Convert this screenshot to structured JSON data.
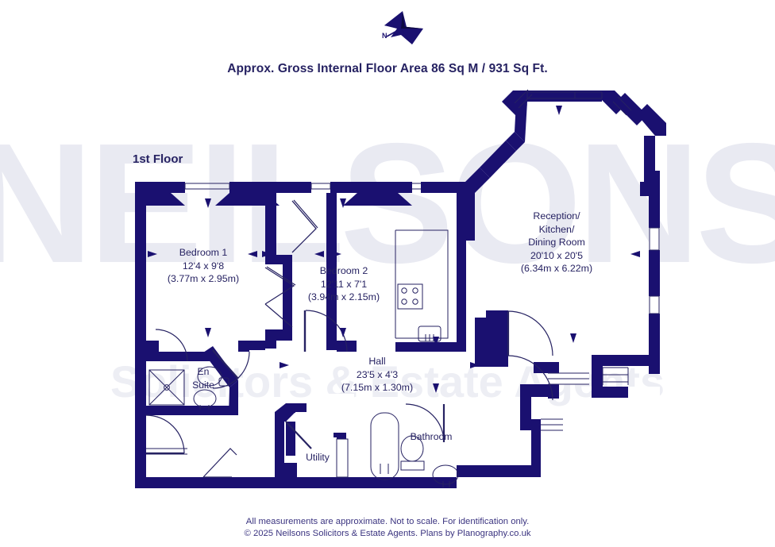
{
  "document": {
    "title": "Approx. Gross Internal Floor Area 86 Sq M / 931 Sq Ft.",
    "floor_label": "1st Floor",
    "compass_label": "N",
    "watermark_top": "NEILSONS",
    "watermark_bottom": "Solicitors & Estate Agents",
    "footer_line1": "All measurements are approximate. Not to scale. For identification only.",
    "footer_line2": "© 2025 Neilsons Solicitors & Estate Agents. Plans by Planography.co.uk"
  },
  "colors": {
    "wall": "#1a1070",
    "wall_alt": "#191a6e",
    "text": "#262262",
    "fixture_line": "#262262",
    "watermark": "#e9eaf2",
    "background": "#ffffff"
  },
  "rooms": [
    {
      "id": "bedroom-1",
      "name": "Bedroom 1",
      "dim_imperial": "12'4 x 9'8",
      "dim_metric": "(3.77m x 2.95m)"
    },
    {
      "id": "bedroom-2",
      "name": "Bedroom 2",
      "dim_imperial": "12'11 x 7'1",
      "dim_metric": "(3.94m x 2.15m)"
    },
    {
      "id": "reception-kitchen-dining",
      "name_line1": "Reception/",
      "name_line2": "Kitchen/",
      "name_line3": "Dining Room",
      "dim_imperial": "20'10 x 20'5",
      "dim_metric": "(6.34m x 6.22m)"
    },
    {
      "id": "hall",
      "name": "Hall",
      "dim_imperial": "23'5 x 4'3",
      "dim_metric": "(7.15m x 1.30m)"
    },
    {
      "id": "en-suite",
      "name_line1": "En",
      "name_line2": "Suite"
    },
    {
      "id": "utility",
      "name": "Utility"
    },
    {
      "id": "bathroom",
      "name": "Bathroom"
    }
  ],
  "fixtures": [
    {
      "id": "shower-tray",
      "room": "en-suite"
    },
    {
      "id": "wash-basin",
      "room": "en-suite"
    },
    {
      "id": "wc-toilet",
      "room": "en-suite"
    },
    {
      "id": "bath-tub",
      "room": "bathroom"
    },
    {
      "id": "wc-toilet",
      "room": "bathroom"
    },
    {
      "id": "wash-basin",
      "room": "bathroom"
    },
    {
      "id": "hob-cooktop",
      "room": "reception-kitchen-dining"
    },
    {
      "id": "kitchen-counter",
      "room": "reception-kitchen-dining"
    },
    {
      "id": "sink-unit",
      "room": "reception-kitchen-dining"
    }
  ]
}
